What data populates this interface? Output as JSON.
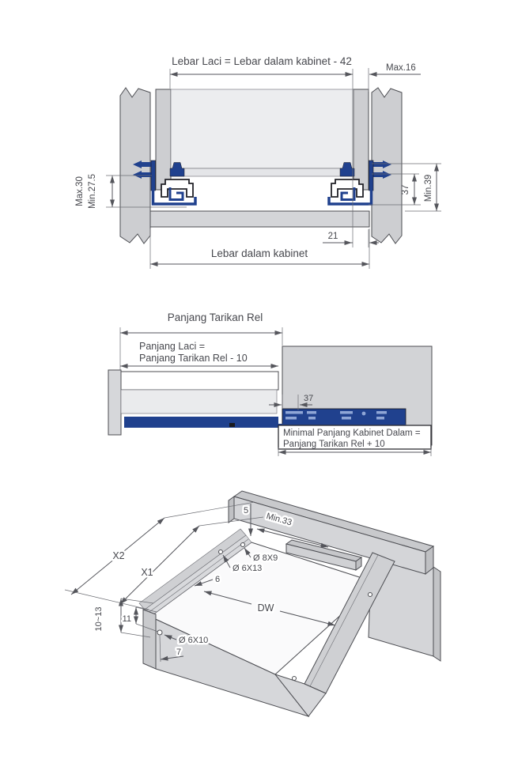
{
  "drawing": {
    "kind": "drawer-slide-installation-diagram",
    "colors": {
      "rail_blue": "#20418e",
      "panel_gray": "#cdced1",
      "light_gray": "#ecedef",
      "band_gray": "#d4d5d8",
      "line": "#55565c",
      "text": "#47484e",
      "background": "#ffffff"
    },
    "figure1": {
      "name": "front-cross-section",
      "title": "Lebar Laci = Lebar dalam kabinet - 42",
      "max16": "Max.16",
      "max30": "Max.30",
      "min275": "Min.27.5",
      "d37": "37",
      "min39": "Min.39",
      "d21": "21",
      "bottom": "Lebar dalam kabinet"
    },
    "figure2": {
      "name": "side-cross-section",
      "title": "Panjang Tarikan Rel",
      "laci1": "Panjang Laci =",
      "laci2": "Panjang Tarikan Rel - 10",
      "d37": "37",
      "box1": "Minimal Panjang Kabinet Dalam =",
      "box2": "Panjang Tarikan Rel + 10"
    },
    "figure3": {
      "name": "isometric-drawer-view",
      "x2": "X2",
      "x1": "X1",
      "d5": "5",
      "min33": "Min.33",
      "hole_top": "Ø 8X9",
      "hole_side_back": "Ø 6X13",
      "d6": "6",
      "dw": "DW",
      "d10_13": "10~13",
      "d11": "11",
      "hole_front": "Ø 6X10",
      "d7": "7"
    }
  }
}
